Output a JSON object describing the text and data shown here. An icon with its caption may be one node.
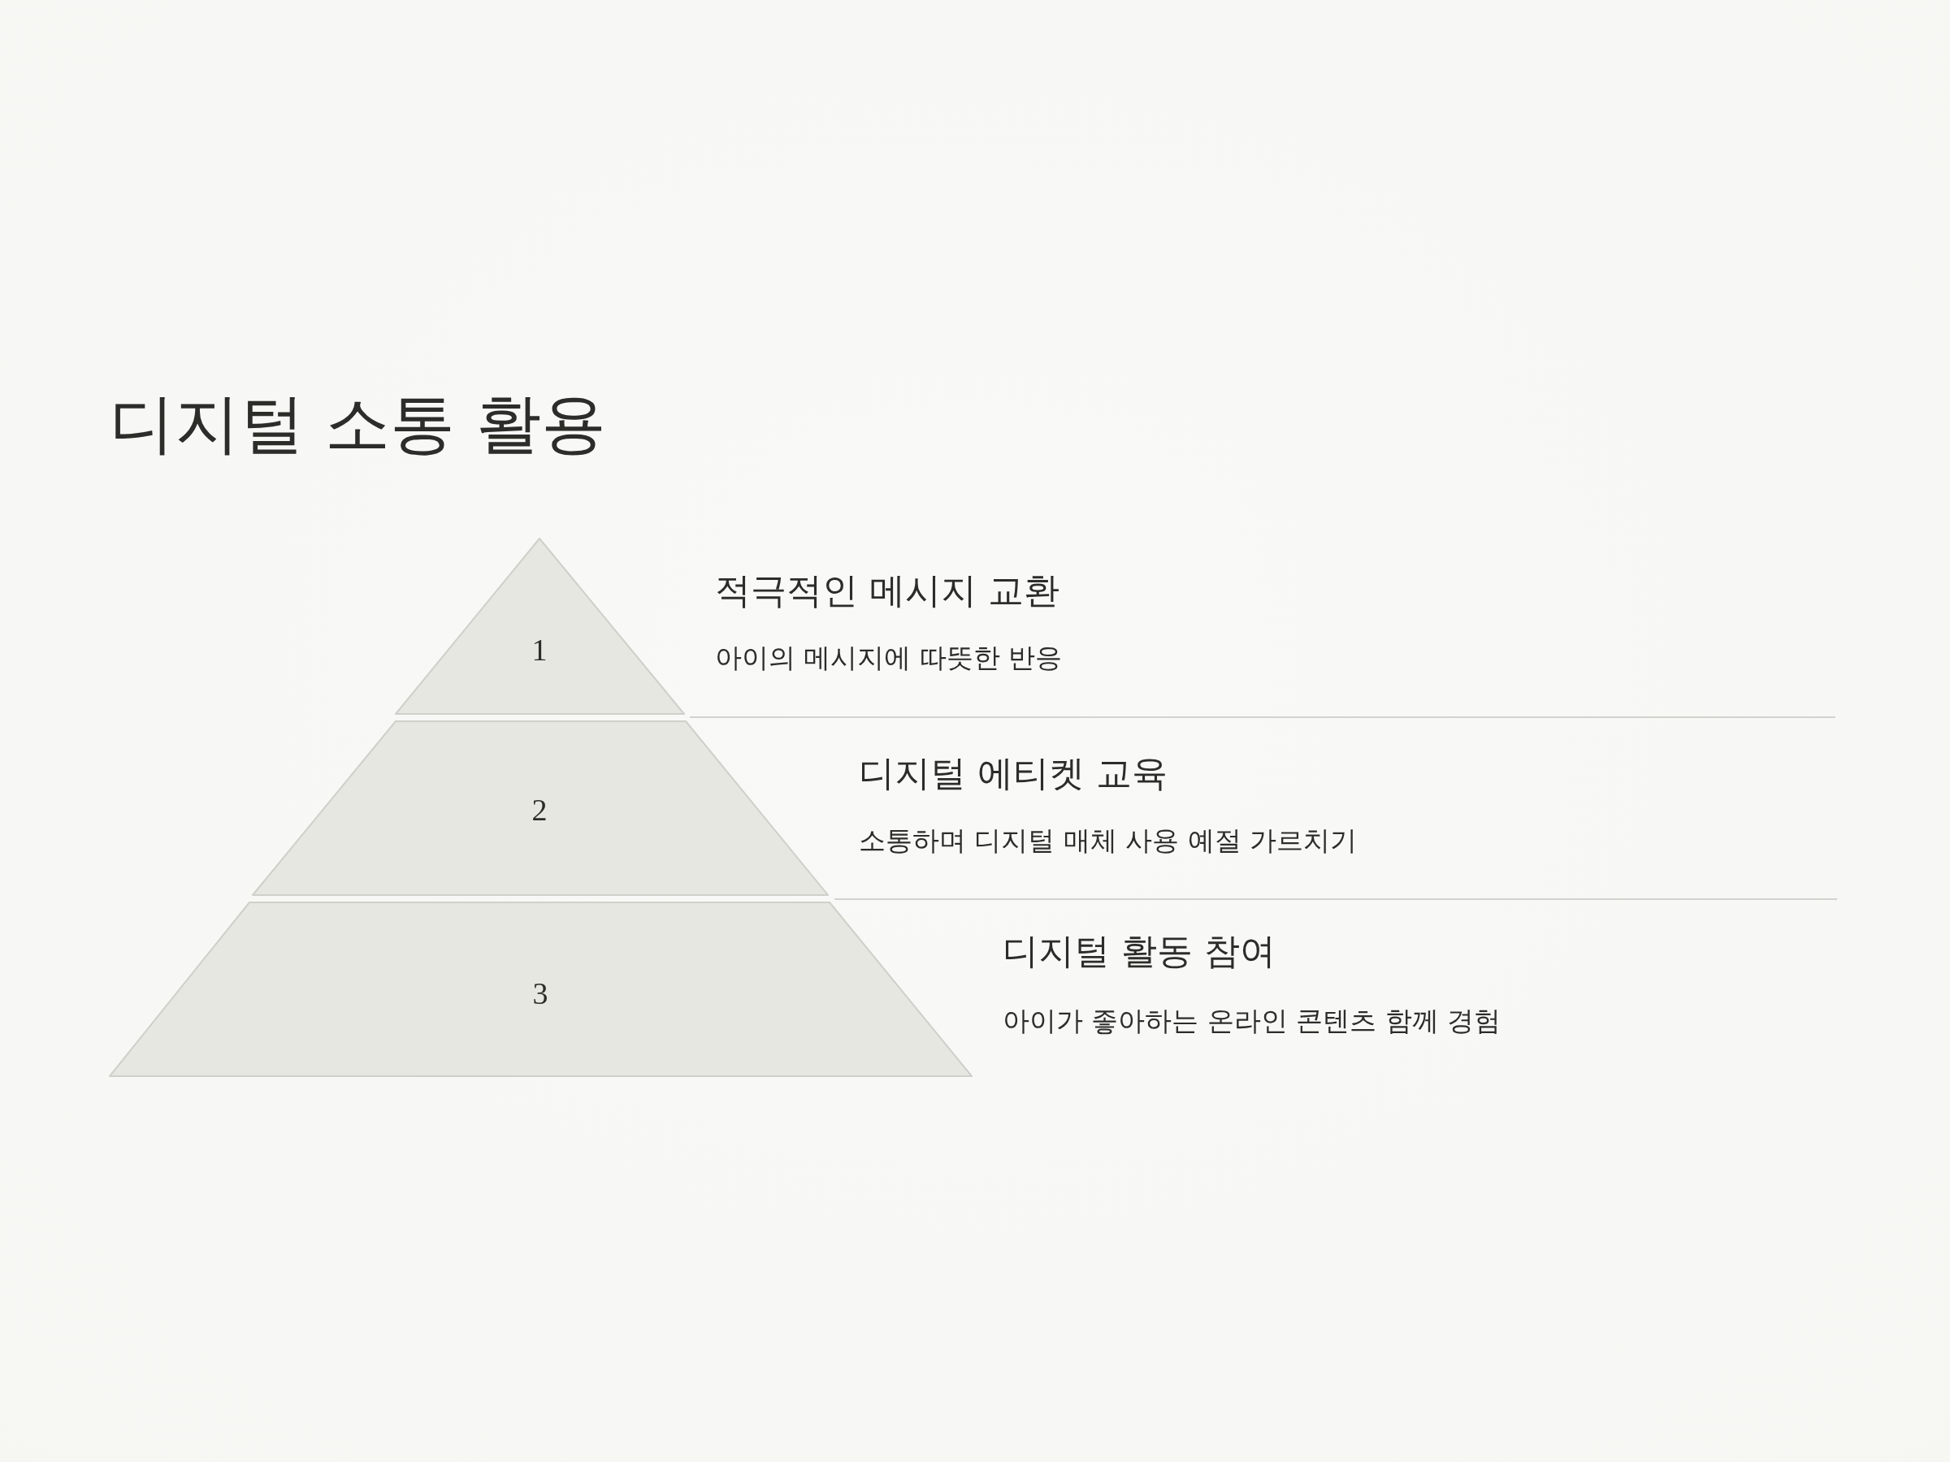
{
  "diagram": {
    "title": "디지털 소통 활용",
    "nodes": [
      {
        "text": [
          "1"
        ],
        "beside": [
          "적극적인 메시지 교환",
          "아이의 메시지에 따뜻한 반응"
        ]
      },
      {
        "text": [
          "2"
        ],
        "beside": [
          "디지털 에티켓 교육",
          "소통하며 디지털 매체 사용 예절 가르치기"
        ]
      },
      {
        "text": [
          "3"
        ],
        "beside": [
          "디지털 활동 참여",
          "아이가 좋아하는 온라인 콘텐츠 함께 경험"
        ]
      }
    ]
  }
}
